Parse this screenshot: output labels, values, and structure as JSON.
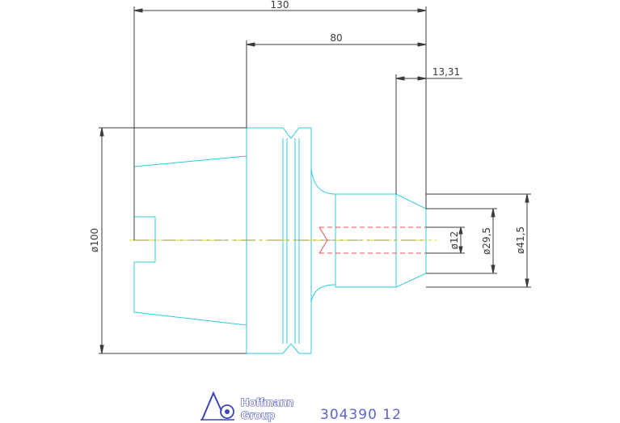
{
  "dimensions": {
    "length_total": "130",
    "length_80": "80",
    "length_13": "13,31",
    "dia_100": "ø100",
    "dia_12": "ø12",
    "dia_29": "ø29,5",
    "dia_41": "ø41,5"
  },
  "title_block": {
    "brand_line1": "Hoffmann",
    "brand_line2": "Group",
    "part_number": "304390 12"
  },
  "colors": {
    "outline": "#35c8dc",
    "dimension": "#3a3a3a",
    "hidden": "#e8505a",
    "centerline": "#e6d21e",
    "brand": "#3c46b4"
  }
}
